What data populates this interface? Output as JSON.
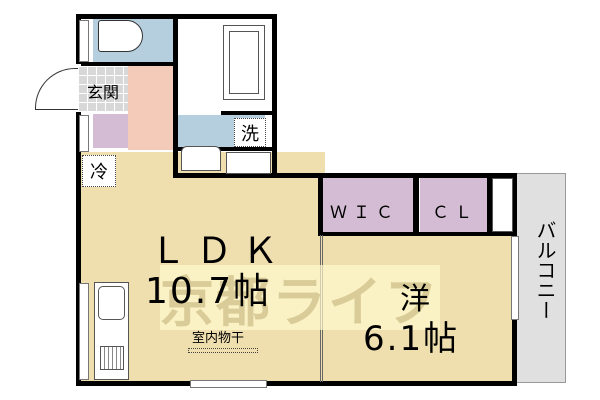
{
  "floorplan": {
    "rooms": {
      "ldk": {
        "label": "ＬＤＫ",
        "size": "10.7帖",
        "note": "室内物干"
      },
      "western": {
        "label": "洋",
        "size": "6.1帖"
      },
      "wic": {
        "label": "ＷＩＣ"
      },
      "closet": {
        "label": "ＣＬ"
      },
      "balcony": {
        "label": "バルコニー"
      },
      "entrance": {
        "label": "玄関"
      },
      "laundry": {
        "label": "洗"
      },
      "fridge": {
        "label": "冷"
      }
    },
    "watermark": "京都ライフ",
    "colors": {
      "ldk": "#efdfaf",
      "wet_area": "#b5cfdf",
      "storage": "#d4bdd4",
      "hall": "#f3cbb8",
      "balcony": "#e0e0e0",
      "wall": "#000000"
    }
  }
}
